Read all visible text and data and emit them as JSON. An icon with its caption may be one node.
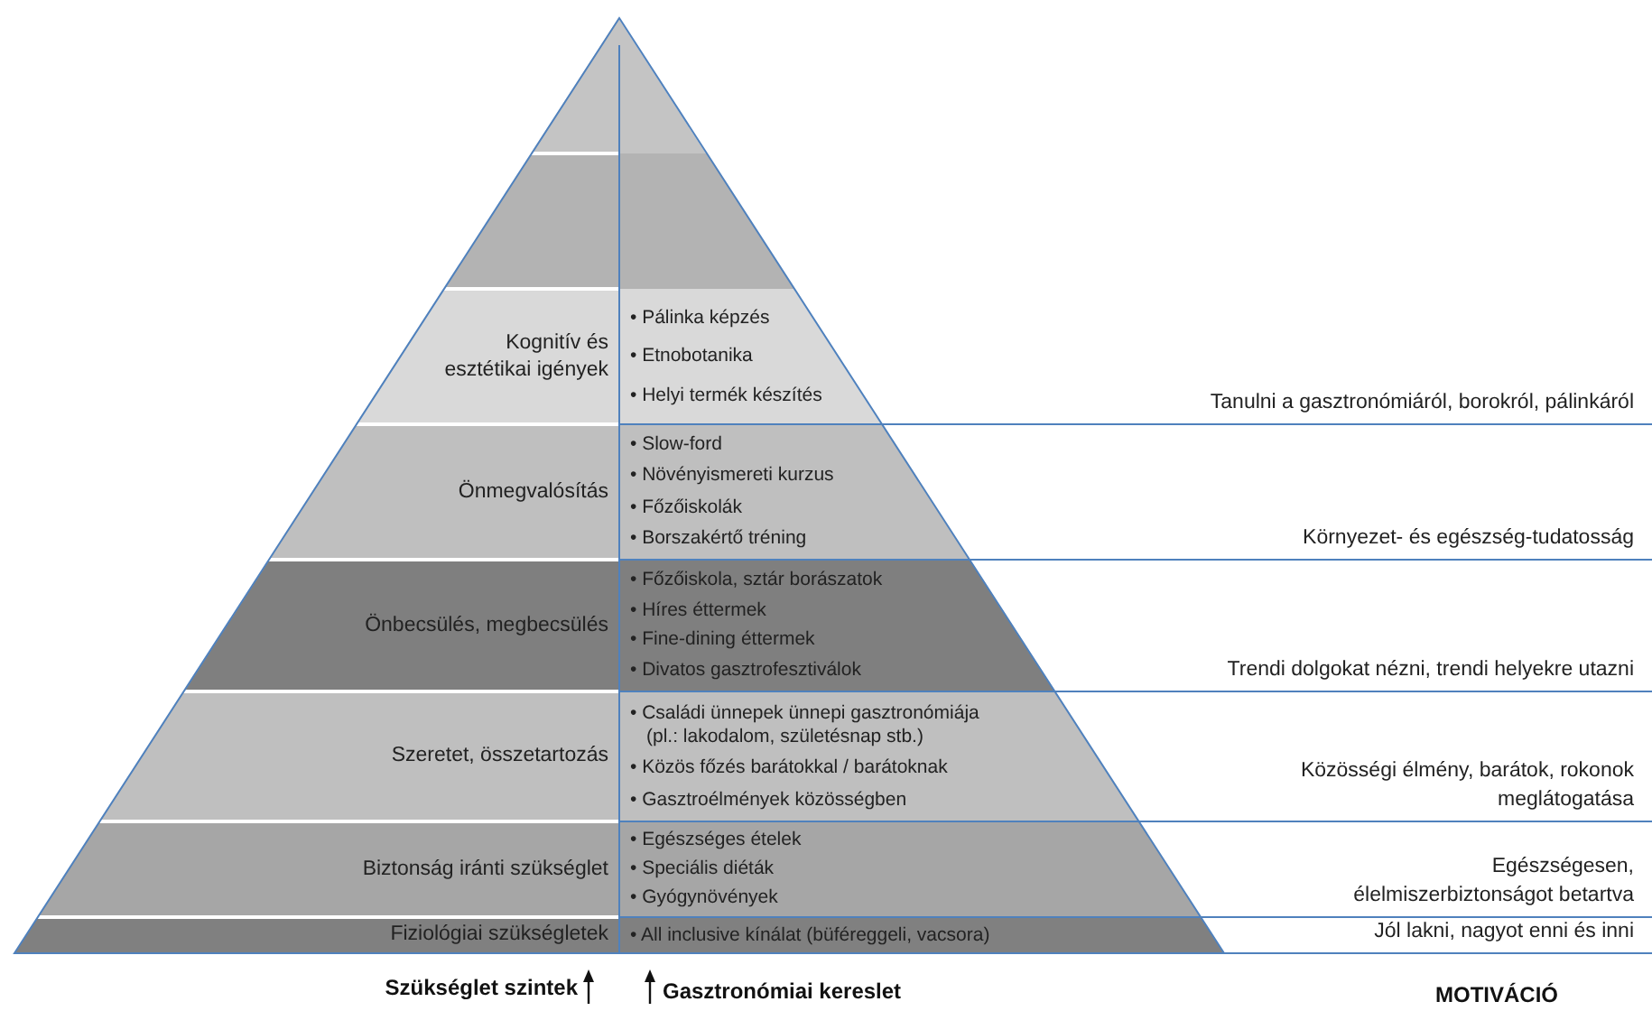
{
  "diagram": {
    "nodes": [
      {
        "text": [],
        "shape": "band"
      },
      {
        "text": [],
        "shape": "band"
      },
      {
        "text": [
          "Kognitív és esztétikai igények",
          "• Pálinka képzés",
          "• Etnobotanika",
          "• Helyi termék készítés"
        ]
      },
      {
        "text": [
          "Önmegvalósítás",
          "• Slow-ford",
          "• Növényismereti kurzus",
          "• Főzőiskolák",
          "• Borszakértő tréning"
        ]
      },
      {
        "text": [
          "Önbecsülés, megbecsülés",
          "• Főzőiskola, sztár borászatok",
          "• Híres éttermek",
          "• Fine-dining éttermek",
          "• Divatos gasztrofesztiválok"
        ]
      },
      {
        "text": [
          "Szeretet, összetartozás",
          "• Családi ünnepek ünnepi gasztronómiája (pl.: lakodalom, születésnap stb.)",
          "• Közös főzés barátokkal / barátoknak",
          "• Gasztroélmények közösségben"
        ]
      },
      {
        "text": [
          "Biztonság iránti szükséglet",
          "• Egészséges ételek",
          "• Speciális diéták",
          "• Gyógynövények"
        ]
      },
      {
        "text": [
          "Fiziológiai szükségletek",
          "• All inclusive kínálat (büféreggeli, vacsora)"
        ]
      }
    ],
    "labels": [
      "Tanulni a gasztronómiáról, borokról, pálinkáról",
      "Környezet- és egészség-tudatosság",
      "Trendi dolgokat nézni, trendi helyekre utazni",
      "Közösségi élmény, barátok, rokonok meglátogatása",
      "Egészségesen, élelmiszerbiztonságot betartva",
      "Jól lakni, nagyot enni és inni",
      "Szükséglet szintek",
      "Gasztronómiai kereslet",
      "MOTIVÁCIÓ"
    ]
  }
}
